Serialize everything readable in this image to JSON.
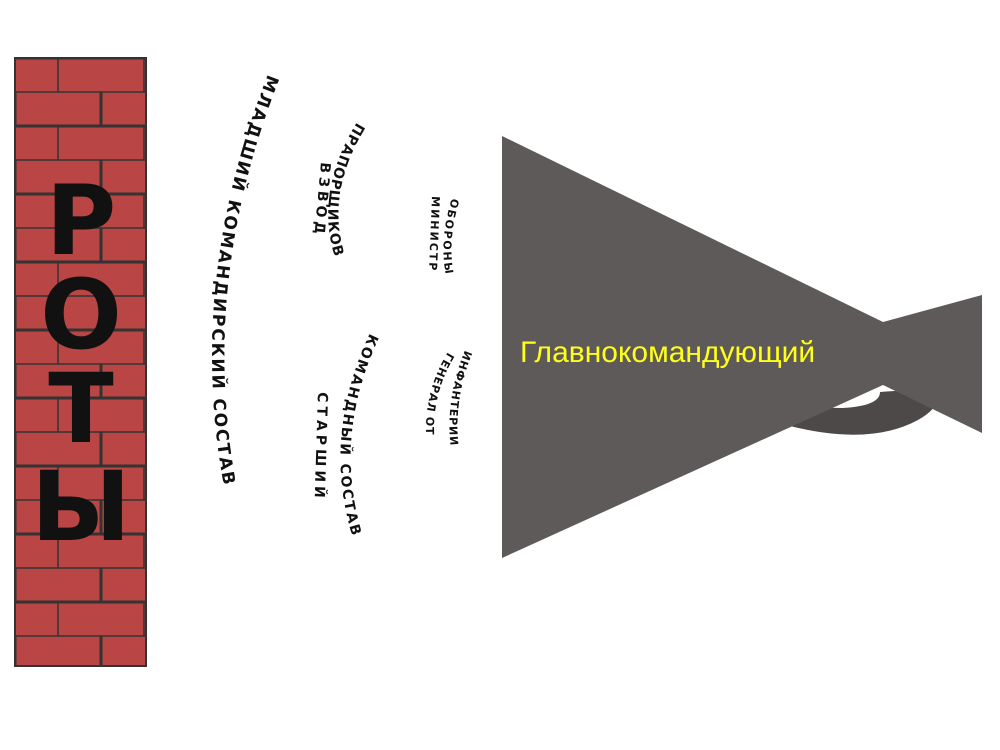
{
  "wall": {
    "label": "Роты",
    "letters": [
      "Р",
      "О",
      "Т",
      "Ы"
    ],
    "brick_color": "#b94545",
    "mortar_color": "#333333"
  },
  "arcs": {
    "junior": "МЛАДШИЙ КОМАНДИРСКИЙ СОСТАВ",
    "platoon": "ВЗВОД",
    "ensigns": "ПРАПОРЩИКОВ",
    "senior_1": "СТАРШИЙ",
    "senior_2": "КОМАНДНЫЙ СОСТАВ",
    "minister_1": "МИНИСТР",
    "minister_2": "ОБОРОНЫ",
    "general_1": "ГЕНЕРАЛ ОТ",
    "general_2": "ИНФАНТЕРИИ"
  },
  "megaphone": {
    "label": "Главнокомандующий",
    "body_color": "#5f5a5a",
    "handle_color": "#4d4949",
    "label_color": "#ffff1a"
  }
}
